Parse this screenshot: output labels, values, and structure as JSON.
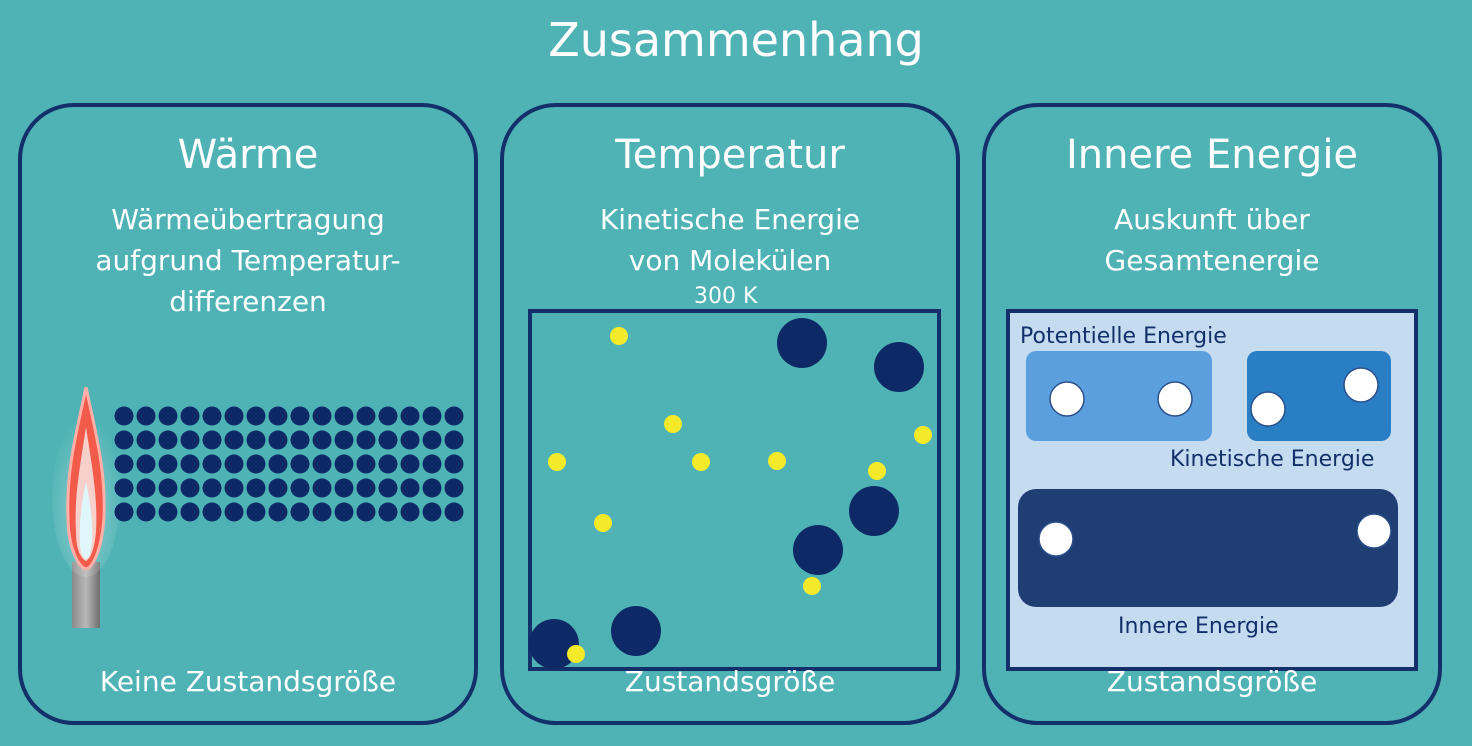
{
  "title": "Zusammenhang",
  "cards": [
    {
      "title": "Wärme",
      "subtitle": "Wärmeübertragung\naufgrund Temperatur-\ndifferenzen",
      "footer": "Keine Zustandsgröße"
    },
    {
      "title": "Temperatur",
      "subtitle": "Kinetische Energie\nvon Molekülen",
      "temp_label": "300 K",
      "footer": "Zustandsgröße"
    },
    {
      "title": "Innere Energie",
      "subtitle": "Auskunft über\nGesamtenergie",
      "potential_label": "Potentielle Energie",
      "kinetic_label": "Kinetische Energie",
      "inner_label": "Innere Energie",
      "footer": "Zustandsgröße"
    }
  ],
  "colors": {
    "background": "#4fb3b5",
    "navy": "#14306a",
    "molecule": "#0d2a66",
    "particle": "#f5ea2a",
    "flame_outer": "#f25a4a",
    "flame_inner": "#dff6fb",
    "potential_box": "#5c9fde",
    "kinetic_box": "#2a7ec4",
    "inner_box": "#1f3f74",
    "energy_panel": "#c5dcf0"
  },
  "icons": [
    "bunsen-burner-icon",
    "flame-icon"
  ]
}
